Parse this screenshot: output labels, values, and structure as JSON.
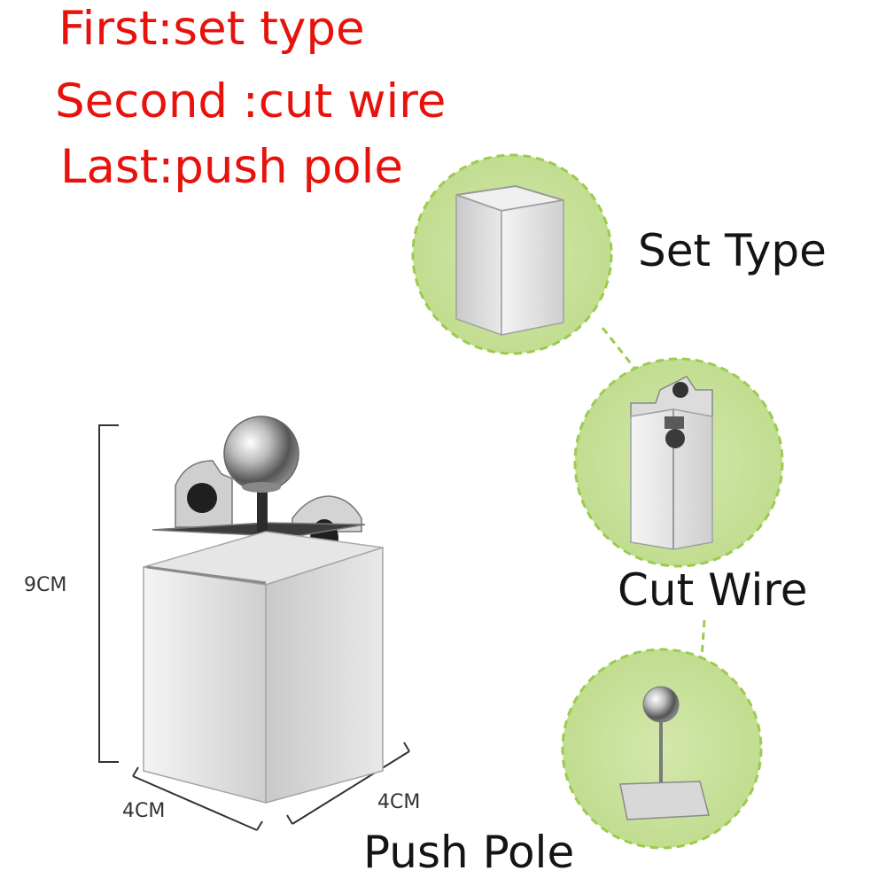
{
  "steps": {
    "first": "First:set type",
    "second": "Second :cut wire",
    "last": "Last:push pole"
  },
  "parts": {
    "set_type": "Set Type",
    "cut_wire": "Cut Wire",
    "push_pole": "Push Pole"
  },
  "dimensions": {
    "height": "9CM",
    "width_left": "4CM",
    "width_right": "4CM"
  },
  "colors": {
    "step_text": "#e8120c",
    "circle_fill": "#c6e09a",
    "circle_ring": "#9ccb4f"
  }
}
